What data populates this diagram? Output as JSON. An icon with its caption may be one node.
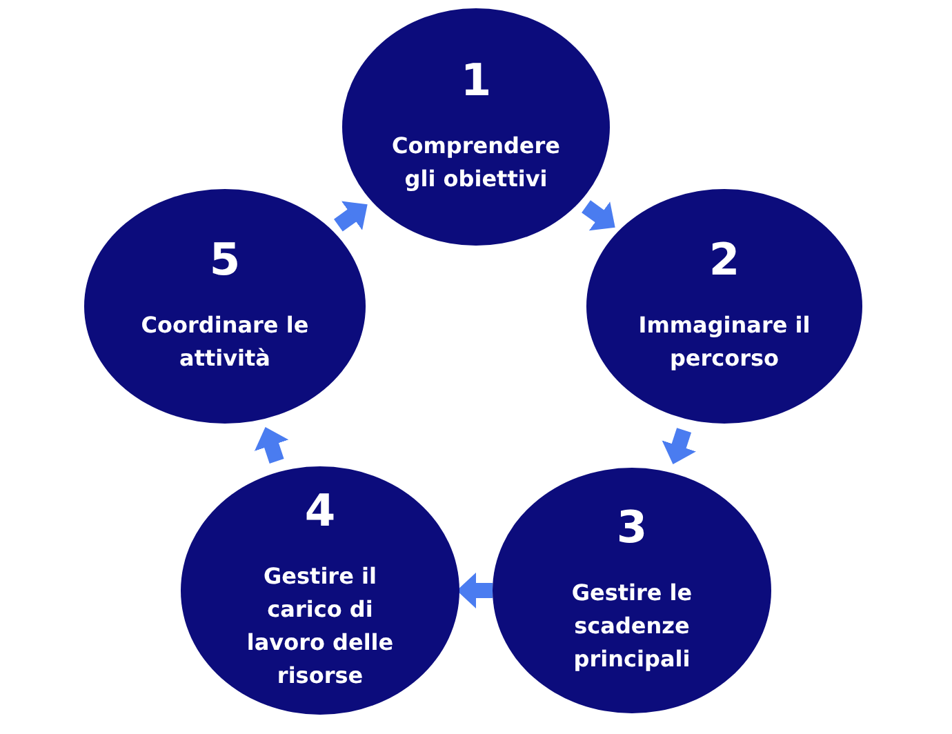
{
  "diagram": {
    "nodes": [
      {
        "text": [
          "1",
          "Comprendere gli obiettivi"
        ]
      },
      {
        "text": [
          "2",
          "Immaginare il percorso"
        ]
      },
      {
        "text": [
          "3",
          "Gestire le scadenze principali"
        ]
      },
      {
        "text": [
          "4",
          "Gestire il carico di lavoro delle risorse"
        ]
      },
      {
        "text": [
          "5",
          "Coordinare le attività"
        ]
      }
    ],
    "edges": [
      {
        "from": 0,
        "to": 1,
        "arrow": "to"
      },
      {
        "from": 1,
        "to": 2,
        "arrow": "to"
      },
      {
        "from": 2,
        "to": 3,
        "arrow": "to"
      },
      {
        "from": 3,
        "to": 4,
        "arrow": "to"
      },
      {
        "from": 4,
        "to": 0,
        "arrow": "to"
      }
    ]
  }
}
